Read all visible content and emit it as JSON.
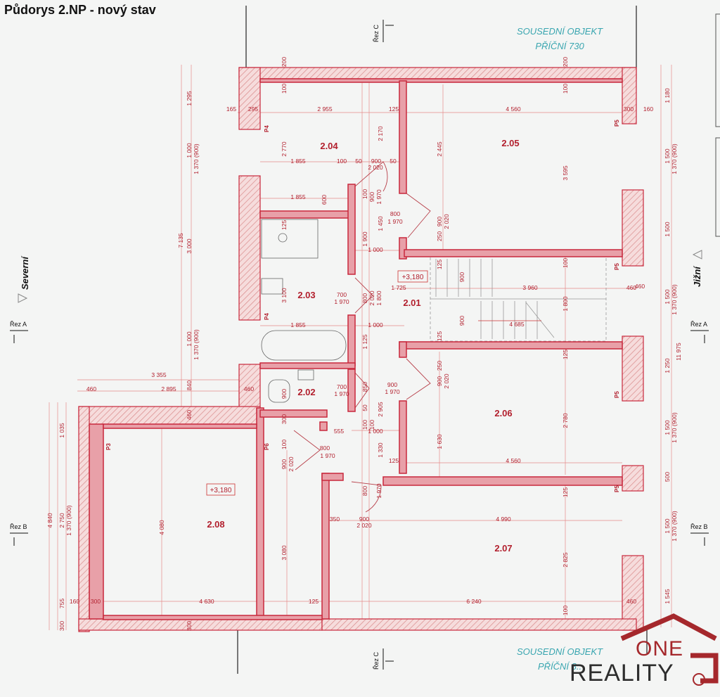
{
  "title": "Půdorys 2.NP - nový stav",
  "neighbor_top": {
    "line1": "SOUSEDNÍ OBJEKT",
    "line2": "PŘÍČNÍ 730"
  },
  "neighbor_bottom": {
    "line1": "SOUSEDNÍ OBJEKT",
    "line2": "PŘÍČNÍ 8.."
  },
  "compass": {
    "north": "Severní",
    "south": "Jižní"
  },
  "sections": {
    "a": "Řez A",
    "b": "Řez B",
    "c": "Řez C"
  },
  "rooms": {
    "r201": "2.01",
    "r202": "2.02",
    "r203": "2.03",
    "r204": "2.04",
    "r205": "2.05",
    "r206": "2.06",
    "r207": "2.07",
    "r208": "2.08"
  },
  "levels": {
    "l1": "+3,180",
    "l2": "+3,180"
  },
  "window_tags": {
    "p3": "P3",
    "p4": "P4",
    "p5": "P5",
    "p6": "P6"
  },
  "dims": {
    "d1": "200",
    "d2": "200",
    "d3": "165",
    "d4": "295",
    "d5": "2 955",
    "d6": "125",
    "d7": "4 560",
    "d8": "300",
    "d9": "160",
    "d10": "1 855",
    "d11": "100",
    "d12": "50",
    "d13": "900",
    "d14": "2 020",
    "d15": "600",
    "d16": "1 970",
    "d17": "800",
    "d18": "1 450",
    "d19": "250",
    "d20": "1 900",
    "d21": "1 000",
    "d22": "1 725",
    "d23": "3 960",
    "d24": "460",
    "d25": "700",
    "d26": "4 685",
    "d27": "1 125",
    "d28": "3 355",
    "d29": "2 895",
    "d30": "840",
    "d31": "850",
    "d32": "2 905",
    "d33": "555",
    "d34": "1 330",
    "d35": "1 630",
    "d36": "2 780",
    "d37": "4 990",
    "d38": "350",
    "d39": "4 630",
    "d40": "6 240",
    "d41": "4 080",
    "d42": "3 080",
    "d43": "2 825",
    "d44": "1 295",
    "d45": "1 000",
    "d46": "1 370 (900)",
    "d47": "7 135",
    "d48": "3 000",
    "d49": "2 445",
    "d50": "3 595",
    "d51": "2 770",
    "d52": "2 170",
    "d53": "3 100",
    "d54": "1 800",
    "d55": "1 035",
    "d56": "4 840",
    "d57": "2 750",
    "d58": "755",
    "d59": "1 180",
    "d60": "1 500",
    "d61": "1 250",
    "d62": "11 975",
    "d63": "500",
    "d64": "1 545"
  },
  "logo": {
    "one": "ONE",
    "reality": "REALITY"
  },
  "colors": {
    "wall": "#c8283c",
    "dim": "#e06a6a",
    "text": "#b21f2d",
    "neighbor": "#3aa6b0"
  }
}
